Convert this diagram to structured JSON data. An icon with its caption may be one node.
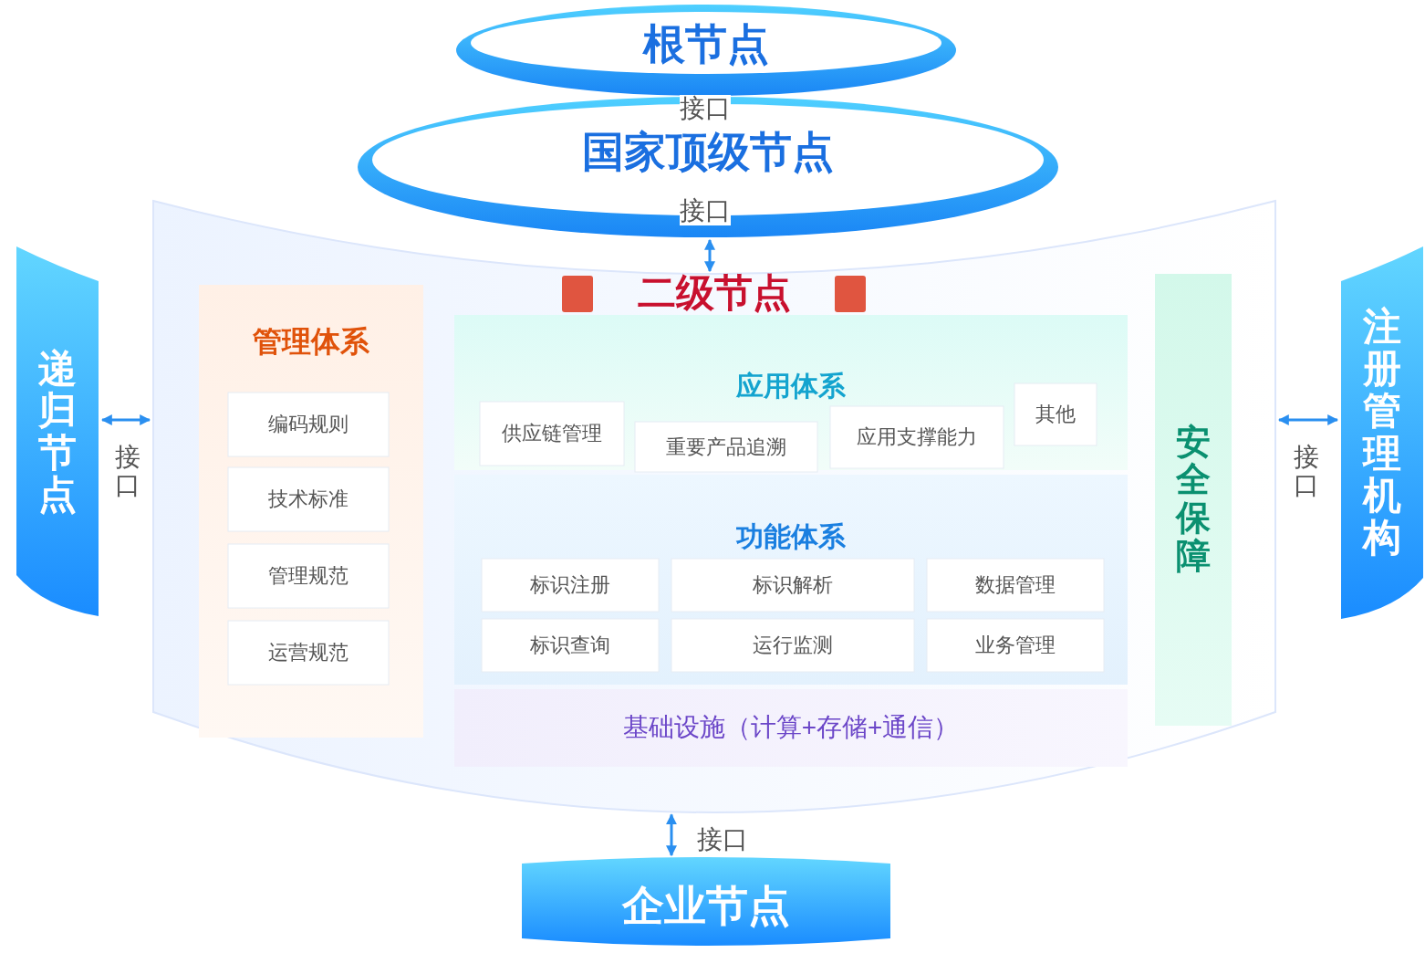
{
  "diagram": {
    "nodes": [
      {
        "text": [
          "根节点"
        ]
      },
      {
        "text": [
          "国家顶级节点"
        ]
      },
      {
        "text": [
          "二级节点"
        ]
      },
      {
        "text": [
          "管理体系"
        ],
        "in": 2
      },
      {
        "text": [
          "编码规则"
        ],
        "in": 3
      },
      {
        "text": [
          "技术标准"
        ],
        "in": 3
      },
      {
        "text": [
          "管理规范"
        ],
        "in": 3
      },
      {
        "text": [
          "运营规范"
        ],
        "in": 3
      },
      {
        "text": [
          "应用体系"
        ],
        "in": 2
      },
      {
        "text": [
          "供应链管理"
        ],
        "in": 8
      },
      {
        "text": [
          "重要产品追溯"
        ],
        "in": 8
      },
      {
        "text": [
          "应用支撑能力"
        ],
        "in": 8
      },
      {
        "text": [
          "其他"
        ],
        "in": 8
      },
      {
        "text": [
          "功能体系"
        ],
        "in": 2
      },
      {
        "text": [
          "标识注册"
        ],
        "in": 13
      },
      {
        "text": [
          "标识解析"
        ],
        "in": 13
      },
      {
        "text": [
          "数据管理"
        ],
        "in": 13
      },
      {
        "text": [
          "标识查询"
        ],
        "in": 13
      },
      {
        "text": [
          "运行监测"
        ],
        "in": 13
      },
      {
        "text": [
          "业务管理"
        ],
        "in": 13
      },
      {
        "text": [
          "基础设施（计算+存储+通信）"
        ],
        "in": 2
      },
      {
        "text": [
          "安全保障"
        ],
        "in": 2
      },
      {
        "text": [
          "递归节点"
        ]
      },
      {
        "text": [
          "注册管理机构"
        ]
      },
      {
        "text": [
          "企业节点"
        ]
      }
    ],
    "edges": [
      {
        "from": 1,
        "to": 2,
        "arrow": "both",
        "label": "接口"
      },
      {
        "from": 22,
        "to": 2,
        "arrow": "both",
        "label": "接口"
      },
      {
        "from": 2,
        "to": 23,
        "arrow": "both",
        "label": "接口"
      },
      {
        "from": 2,
        "to": 24,
        "arrow": "both",
        "label": "接口"
      }
    ],
    "labels": [
      "接口"
    ]
  }
}
